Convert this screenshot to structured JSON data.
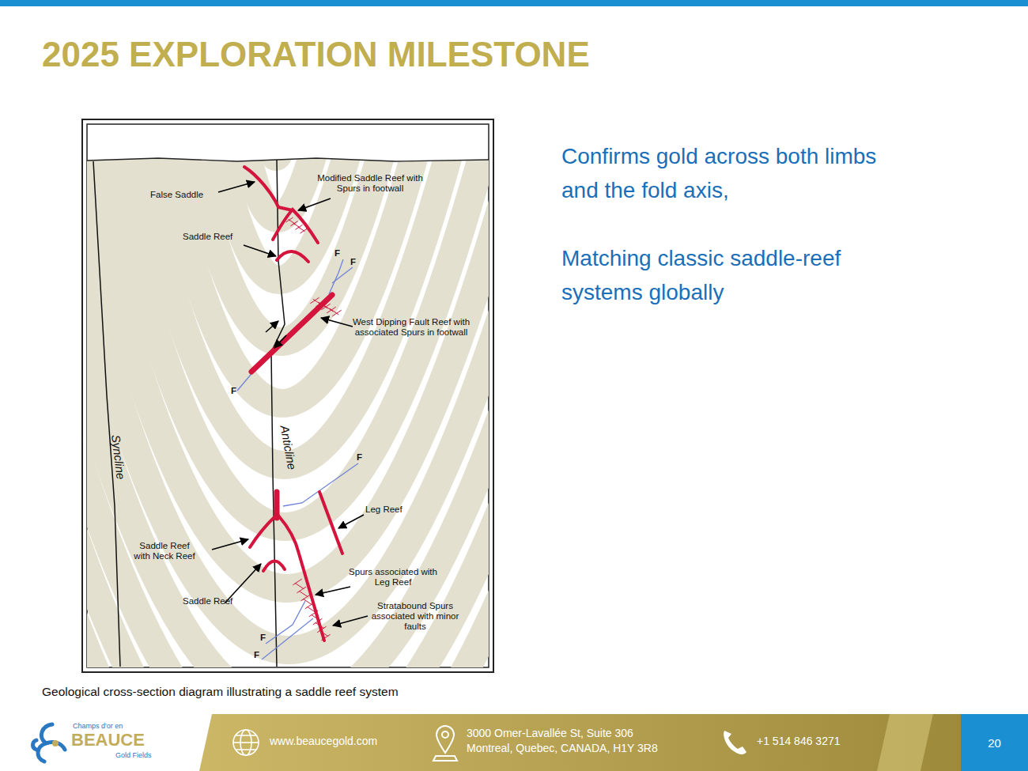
{
  "diagram": {
    "title": "2025 EXPLORATION MILESTONE",
    "caption": "Geological cross-section diagram illustrating a saddle reef system",
    "nodes": [
      {
        "text": [
          "20"
        ]
      }
    ],
    "labels": [
      "False Saddle",
      "Modified Saddle Reef with Spurs in footwall",
      "Saddle Reef",
      "F",
      "F",
      "West Dipping Fault Reef with associated Spurs in footwall",
      "F",
      "Syncline",
      "Anticline",
      "F",
      "Leg Reef",
      "Saddle Reef with Neck Reef",
      "Saddle Reef",
      "Spurs associated with Leg Reef",
      "Stratabound Spurs associated with minor faults",
      "F",
      "F",
      "Confirms gold across both limbs and the fold axis,",
      "Matching classic saddle-reef systems globally",
      "Champs d'or en",
      "BEAUCE",
      "Gold Fields",
      "www.beaucegold.com",
      "3000 Omer-Lavallée St, Suite 306 Montreal, Quebec, CANADA, H1Y 3R8",
      "+1 514 846 3271"
    ]
  }
}
